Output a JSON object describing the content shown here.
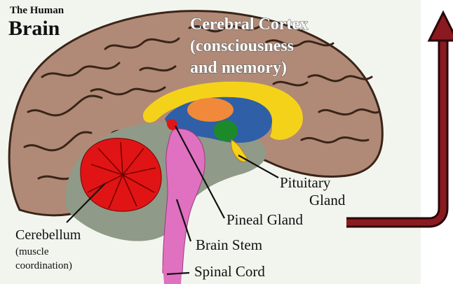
{
  "title": {
    "line1": "The Human",
    "line2": "Brain"
  },
  "labels": {
    "cortex": [
      "Cerebral Cortex",
      "(consciousness",
      "and memory)"
    ],
    "pituitary": [
      "Pituitary",
      "Gland"
    ],
    "pineal": "Pineal Gland",
    "cerebellum": [
      "Cerebellum",
      "(muscle",
      "coordination)"
    ],
    "brain_stem": "Brain Stem",
    "spinal_cord": "Spinal Cord"
  },
  "colors": {
    "background": "#ffffff",
    "cortex": "#b08a77",
    "cortex_outline": "#3a2418",
    "inner_region": "#8f9a88",
    "corpus_callosum": "#f5d21a",
    "thalamus_blue": "#2f5fa6",
    "thalamus_orange": "#f08a3a",
    "hypothalamus_green": "#1c8a2a",
    "cerebellum": "#e01414",
    "brain_stem": "#e070c0",
    "arrow": "#6a0f14"
  }
}
